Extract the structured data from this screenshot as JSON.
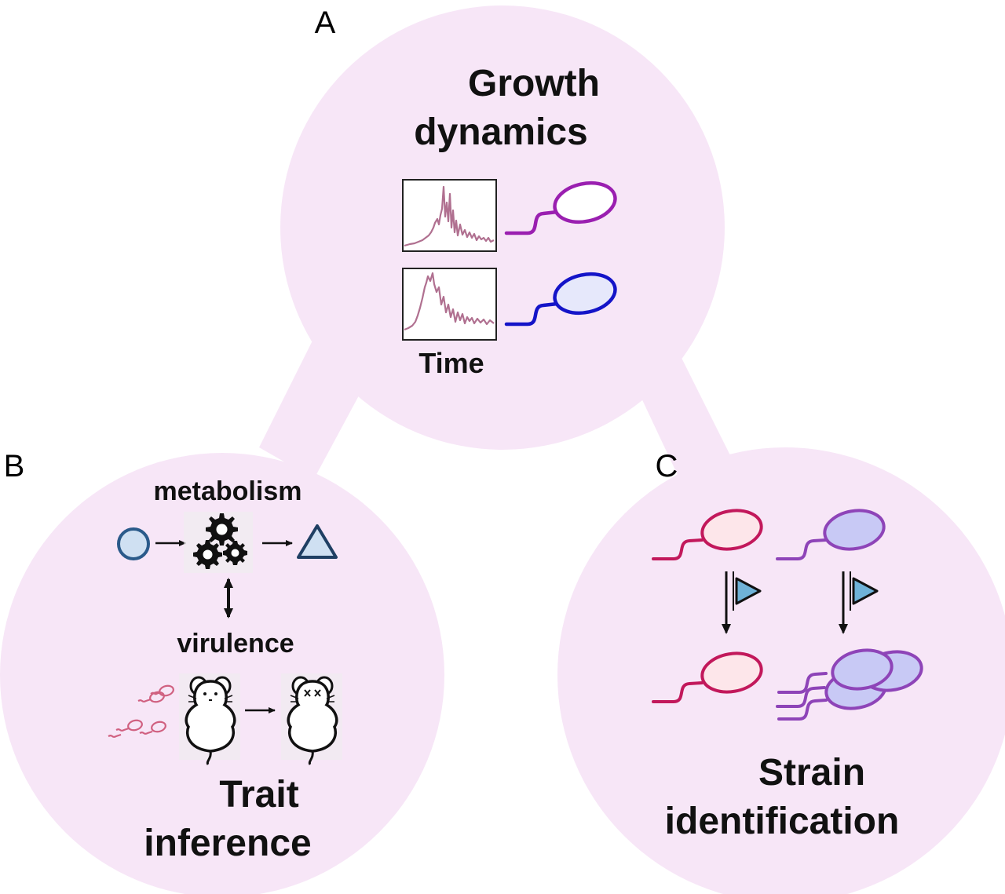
{
  "panels": {
    "a": {
      "label": "A",
      "title_line1": "Growth",
      "title_line2": "dynamics",
      "axis_label": "Time",
      "strain1_color": "#9a1fb0",
      "strain2_color": "#1414c8",
      "trace_color": "#b07090"
    },
    "b": {
      "label": "B",
      "metabolism_label": "metabolism",
      "virulence_label": "virulence",
      "title_line1": "Trait",
      "title_line2": "inference",
      "substrate_color": "#2a5a8a",
      "product_color": "#1f3f63",
      "bacteria_color": "#d06080"
    },
    "c": {
      "label": "C",
      "title_line1": "Strain",
      "title_line2": "identification",
      "strain1_color": "#c2185b",
      "strain2_color": "#8e44b8",
      "flag_color": "#6fb2d8"
    }
  },
  "colors": {
    "circle_fill": "#f7e6f7",
    "bridge_fill": "#f7e6f7"
  }
}
